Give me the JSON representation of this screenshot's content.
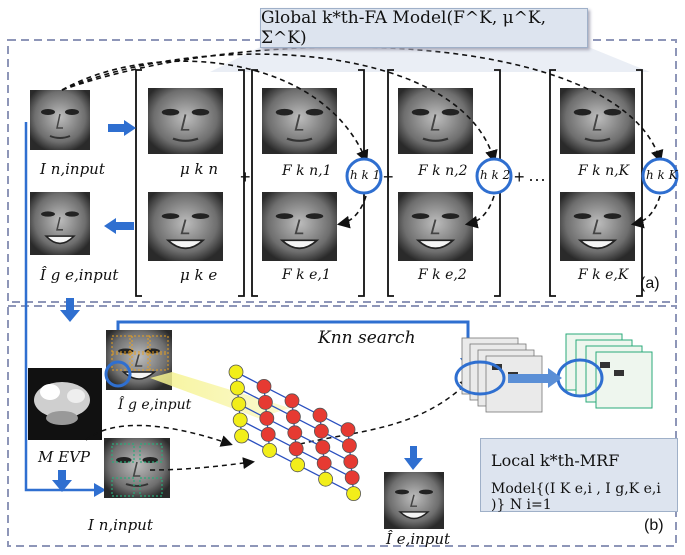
{
  "title": "Global k*th-FA Model(F^K, μ^K, Σ^K)",
  "labels": {
    "i_n_input": "I n,input",
    "ie_g_input": "Î g e,input",
    "mu_n": "μ k n",
    "mu_e": "μ k e",
    "f_n1": "F k n,1",
    "f_n2": "F k n,2",
    "f_nK": "F k n,K",
    "f_e1": "F k e,1",
    "f_e2": "F k e,2",
    "f_eK": "F k e,K",
    "h1": "h k 1",
    "h2": "h k 2",
    "hK": "h k K",
    "plus1": "+",
    "plus2": "+",
    "plus3": "+",
    "dots": "···",
    "panel_a": "(a)",
    "panel_b": "(b)",
    "knn": "Knn search",
    "m_evp": "M EVP",
    "ie_g_input_b": "Î g e,input",
    "i_n_input_b": "I n,input",
    "ie_input": "Î e,input",
    "local_line1": "Local k*th-MRF",
    "local_line2": "Model{(I K e,i , I g,K e,i )} N i=1"
  },
  "colors": {
    "accent": "#2f6fd0",
    "node_red": "#e63a32",
    "node_yellow": "#f2ee1a",
    "edge": "#2a4fbf",
    "dash": "#8e96b8"
  }
}
